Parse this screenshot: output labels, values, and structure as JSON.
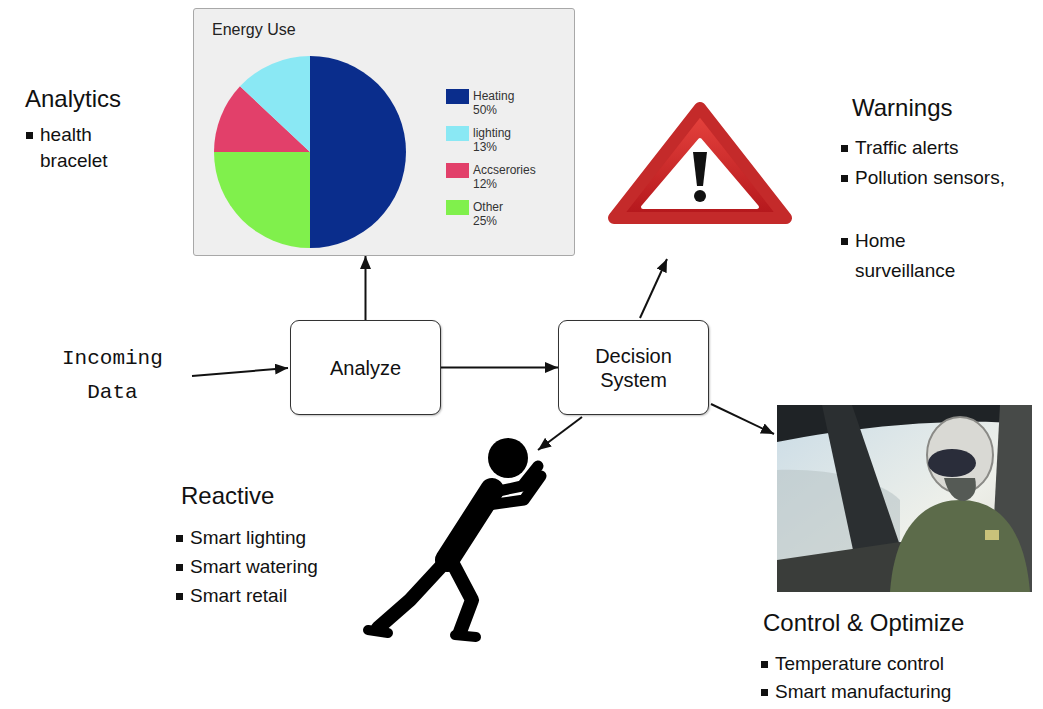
{
  "diagram": {
    "nodes": [
      {
        "text": [
          "Energy Use"
        ]
      },
      {
        "text": [
          "Analyze"
        ]
      },
      {
        "text": [
          "Decision System"
        ]
      }
    ],
    "edges": [
      {
        "from": 1,
        "to": 0,
        "arrow": "to"
      },
      {
        "from": 1,
        "to": 2,
        "arrow": "to"
      }
    ],
    "labels": [
      "Analytics",
      "health bracelet",
      "Incoming Data",
      "Warnings",
      "Traffic alerts",
      "Pollution sensors,",
      "Home surveillance",
      "Reactive",
      "Smart lighting",
      "Smart watering",
      "Smart retail",
      "Control & Optimize",
      "Temperature control",
      "Smart manufacturing"
    ],
    "legend": [
      {
        "text": "Heating 50%",
        "color": "#0a2d8c"
      },
      {
        "text": "lighting 13%",
        "color": "#8ae8f4"
      },
      {
        "text": "Accserories 12%",
        "color": "#e2406a"
      },
      {
        "text": "Other 25%",
        "color": "#80f04c"
      }
    ]
  }
}
